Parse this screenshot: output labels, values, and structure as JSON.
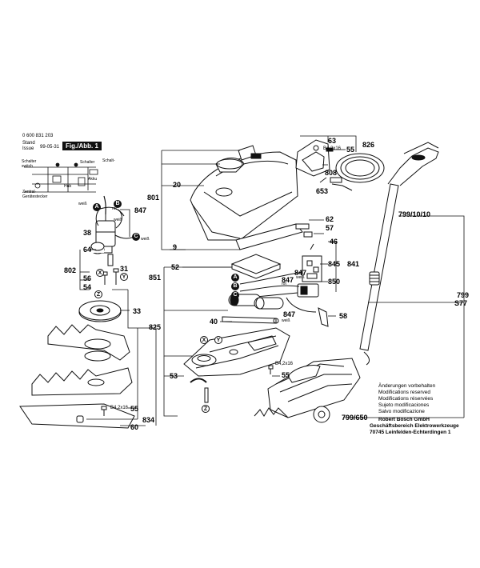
{
  "header": {
    "doc_number": "0 600 831 203",
    "stand_label": "Stand",
    "stand_label_2": "Issue",
    "date": "99-05-31",
    "fig_label": "Fig./Abb. 1"
  },
  "schematic": {
    "schalter_label": "Schalter",
    "switch_label": "switch",
    "schalter_label2": "Schalter",
    "schalt_label": "Schalt-",
    "akku_label": "Akku",
    "zentral_label": "Zentral-",
    "geraetestecker_label": "Gerätestecker",
    "hub_label": "Hub"
  },
  "wire_labels": {
    "weiss": "weiß",
    "rot": "rot",
    "weiss2": "weiß",
    "weiss3": "weiß",
    "rot2": "rot",
    "weiss4": "weiß",
    "weiss5": "weiß"
  },
  "markers": {
    "A": "A",
    "B": "B",
    "C": "C",
    "X": "X",
    "Y": "Y",
    "Z": "Z"
  },
  "part_numbers": {
    "p847a": "847",
    "p38": "38",
    "p64": "64",
    "p802": "802",
    "p31": "31",
    "p56": "56",
    "p54": "54",
    "p33": "33",
    "p825": "825",
    "p834": "834",
    "p55a": "55",
    "p60": "60",
    "screw_a": "B4,2x16",
    "p801": "801",
    "p20": "20",
    "p9": "9",
    "p62": "62",
    "p57": "57",
    "p63": "63",
    "screw_b": "B4,2x16",
    "p55b": "55",
    "p826": "826",
    "p808": "808",
    "p653": "653",
    "p52": "52",
    "p851": "851",
    "p46": "46",
    "p845": "845",
    "p841": "841",
    "p847b": "847",
    "p847c": "847",
    "p850": "850",
    "p847d": "847",
    "p58": "58",
    "p40": "40",
    "p53": "53",
    "screw_c": "B4,2x16",
    "p55c": "55",
    "p799_10_10": "799/10/10",
    "p799": "799",
    "s77": "S77",
    "p799_650": "799/650"
  },
  "notes": {
    "line1": "Änderungen vorbehalten",
    "line2": "Modifications reserved",
    "line3": "Modifications réservées",
    "line4": "Sujeto modificaciones",
    "line5": "Salvo modificazione",
    "company": "Robert Bosch GmbH",
    "division": "Geschäftsbereich Elektrowerkzeuge",
    "address": "70745 Leinfelden-Echterdingen 1"
  }
}
